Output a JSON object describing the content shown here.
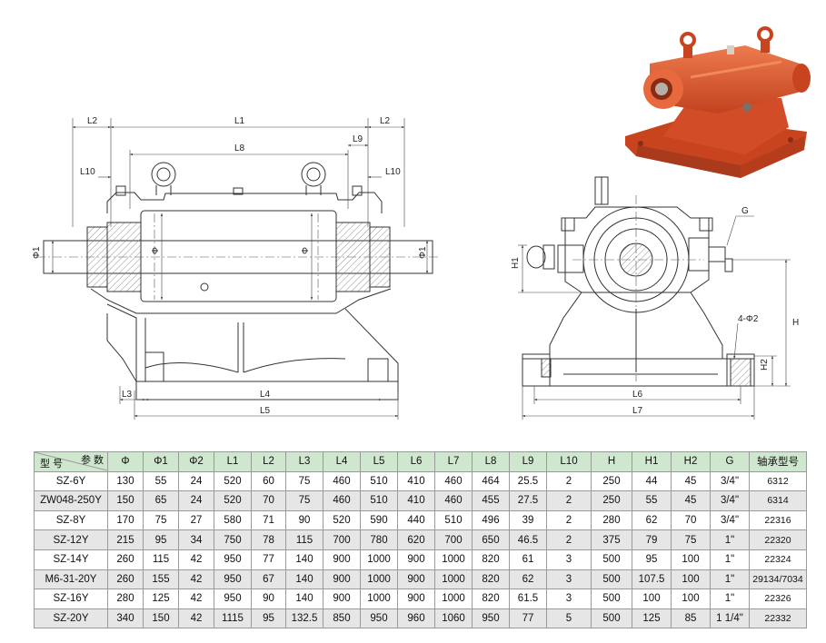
{
  "front_view_labels": {
    "l1": "L1",
    "l2_left": "L2",
    "l2_right": "L2",
    "l8": "L8",
    "l9": "L9",
    "l10_left": "L10",
    "l10_right": "L10",
    "phi1_left": "Φ1",
    "phi1_right": "Φ1",
    "phi_a": "Φ",
    "phi_b": "Φ",
    "l3": "L3",
    "l4": "L4",
    "l5": "L5"
  },
  "side_view_labels": {
    "g": "G",
    "h1": "H1",
    "h": "H",
    "h2": "H2",
    "holes": "4-Φ2",
    "l6": "L6",
    "l7": "L7"
  },
  "table": {
    "header_corner_top": "参 数",
    "header_corner_bottom": "型 号",
    "columns": [
      "Φ",
      "Φ1",
      "Φ2",
      "L1",
      "L2",
      "L3",
      "L4",
      "L5",
      "L6",
      "L7",
      "L8",
      "L9",
      "L10",
      "H",
      "H1",
      "H2",
      "G",
      "轴承型号"
    ],
    "rows": [
      [
        "SZ-6Y",
        "130",
        "55",
        "24",
        "520",
        "60",
        "75",
        "460",
        "510",
        "410",
        "460",
        "464",
        "25.5",
        "2",
        "250",
        "44",
        "45",
        "3/4\"",
        "6312"
      ],
      [
        "ZW048-250Y",
        "150",
        "65",
        "24",
        "520",
        "70",
        "75",
        "460",
        "510",
        "410",
        "460",
        "455",
        "27.5",
        "2",
        "250",
        "55",
        "45",
        "3/4\"",
        "6314"
      ],
      [
        "SZ-8Y",
        "170",
        "75",
        "27",
        "580",
        "71",
        "90",
        "520",
        "590",
        "440",
        "510",
        "496",
        "39",
        "2",
        "280",
        "62",
        "70",
        "3/4\"",
        "22316"
      ],
      [
        "SZ-12Y",
        "215",
        "95",
        "34",
        "750",
        "78",
        "115",
        "700",
        "780",
        "620",
        "700",
        "650",
        "46.5",
        "2",
        "375",
        "79",
        "75",
        "1\"",
        "22320"
      ],
      [
        "SZ-14Y",
        "260",
        "115",
        "42",
        "950",
        "77",
        "140",
        "900",
        "1000",
        "900",
        "1000",
        "820",
        "61",
        "3",
        "500",
        "95",
        "100",
        "1\"",
        "22324"
      ],
      [
        "M6-31-20Y",
        "260",
        "155",
        "42",
        "950",
        "67",
        "140",
        "900",
        "1000",
        "900",
        "1000",
        "820",
        "62",
        "3",
        "500",
        "107.5",
        "100",
        "1\"",
        "29134/7034"
      ],
      [
        "SZ-16Y",
        "280",
        "125",
        "42",
        "950",
        "90",
        "140",
        "900",
        "1000",
        "900",
        "1000",
        "820",
        "61.5",
        "3",
        "500",
        "100",
        "100",
        "1\"",
        "22326"
      ],
      [
        "SZ-20Y",
        "340",
        "150",
        "42",
        "1115",
        "95",
        "132.5",
        "850",
        "950",
        "960",
        "1060",
        "950",
        "77",
        "5",
        "500",
        "125",
        "85",
        "1 1/4\"",
        "22332"
      ]
    ]
  },
  "colors": {
    "casting": "#d4502c",
    "casting_shadow": "#a93a1c",
    "casting_light": "#ec7a50",
    "header_bg": "#cfe6cf"
  }
}
